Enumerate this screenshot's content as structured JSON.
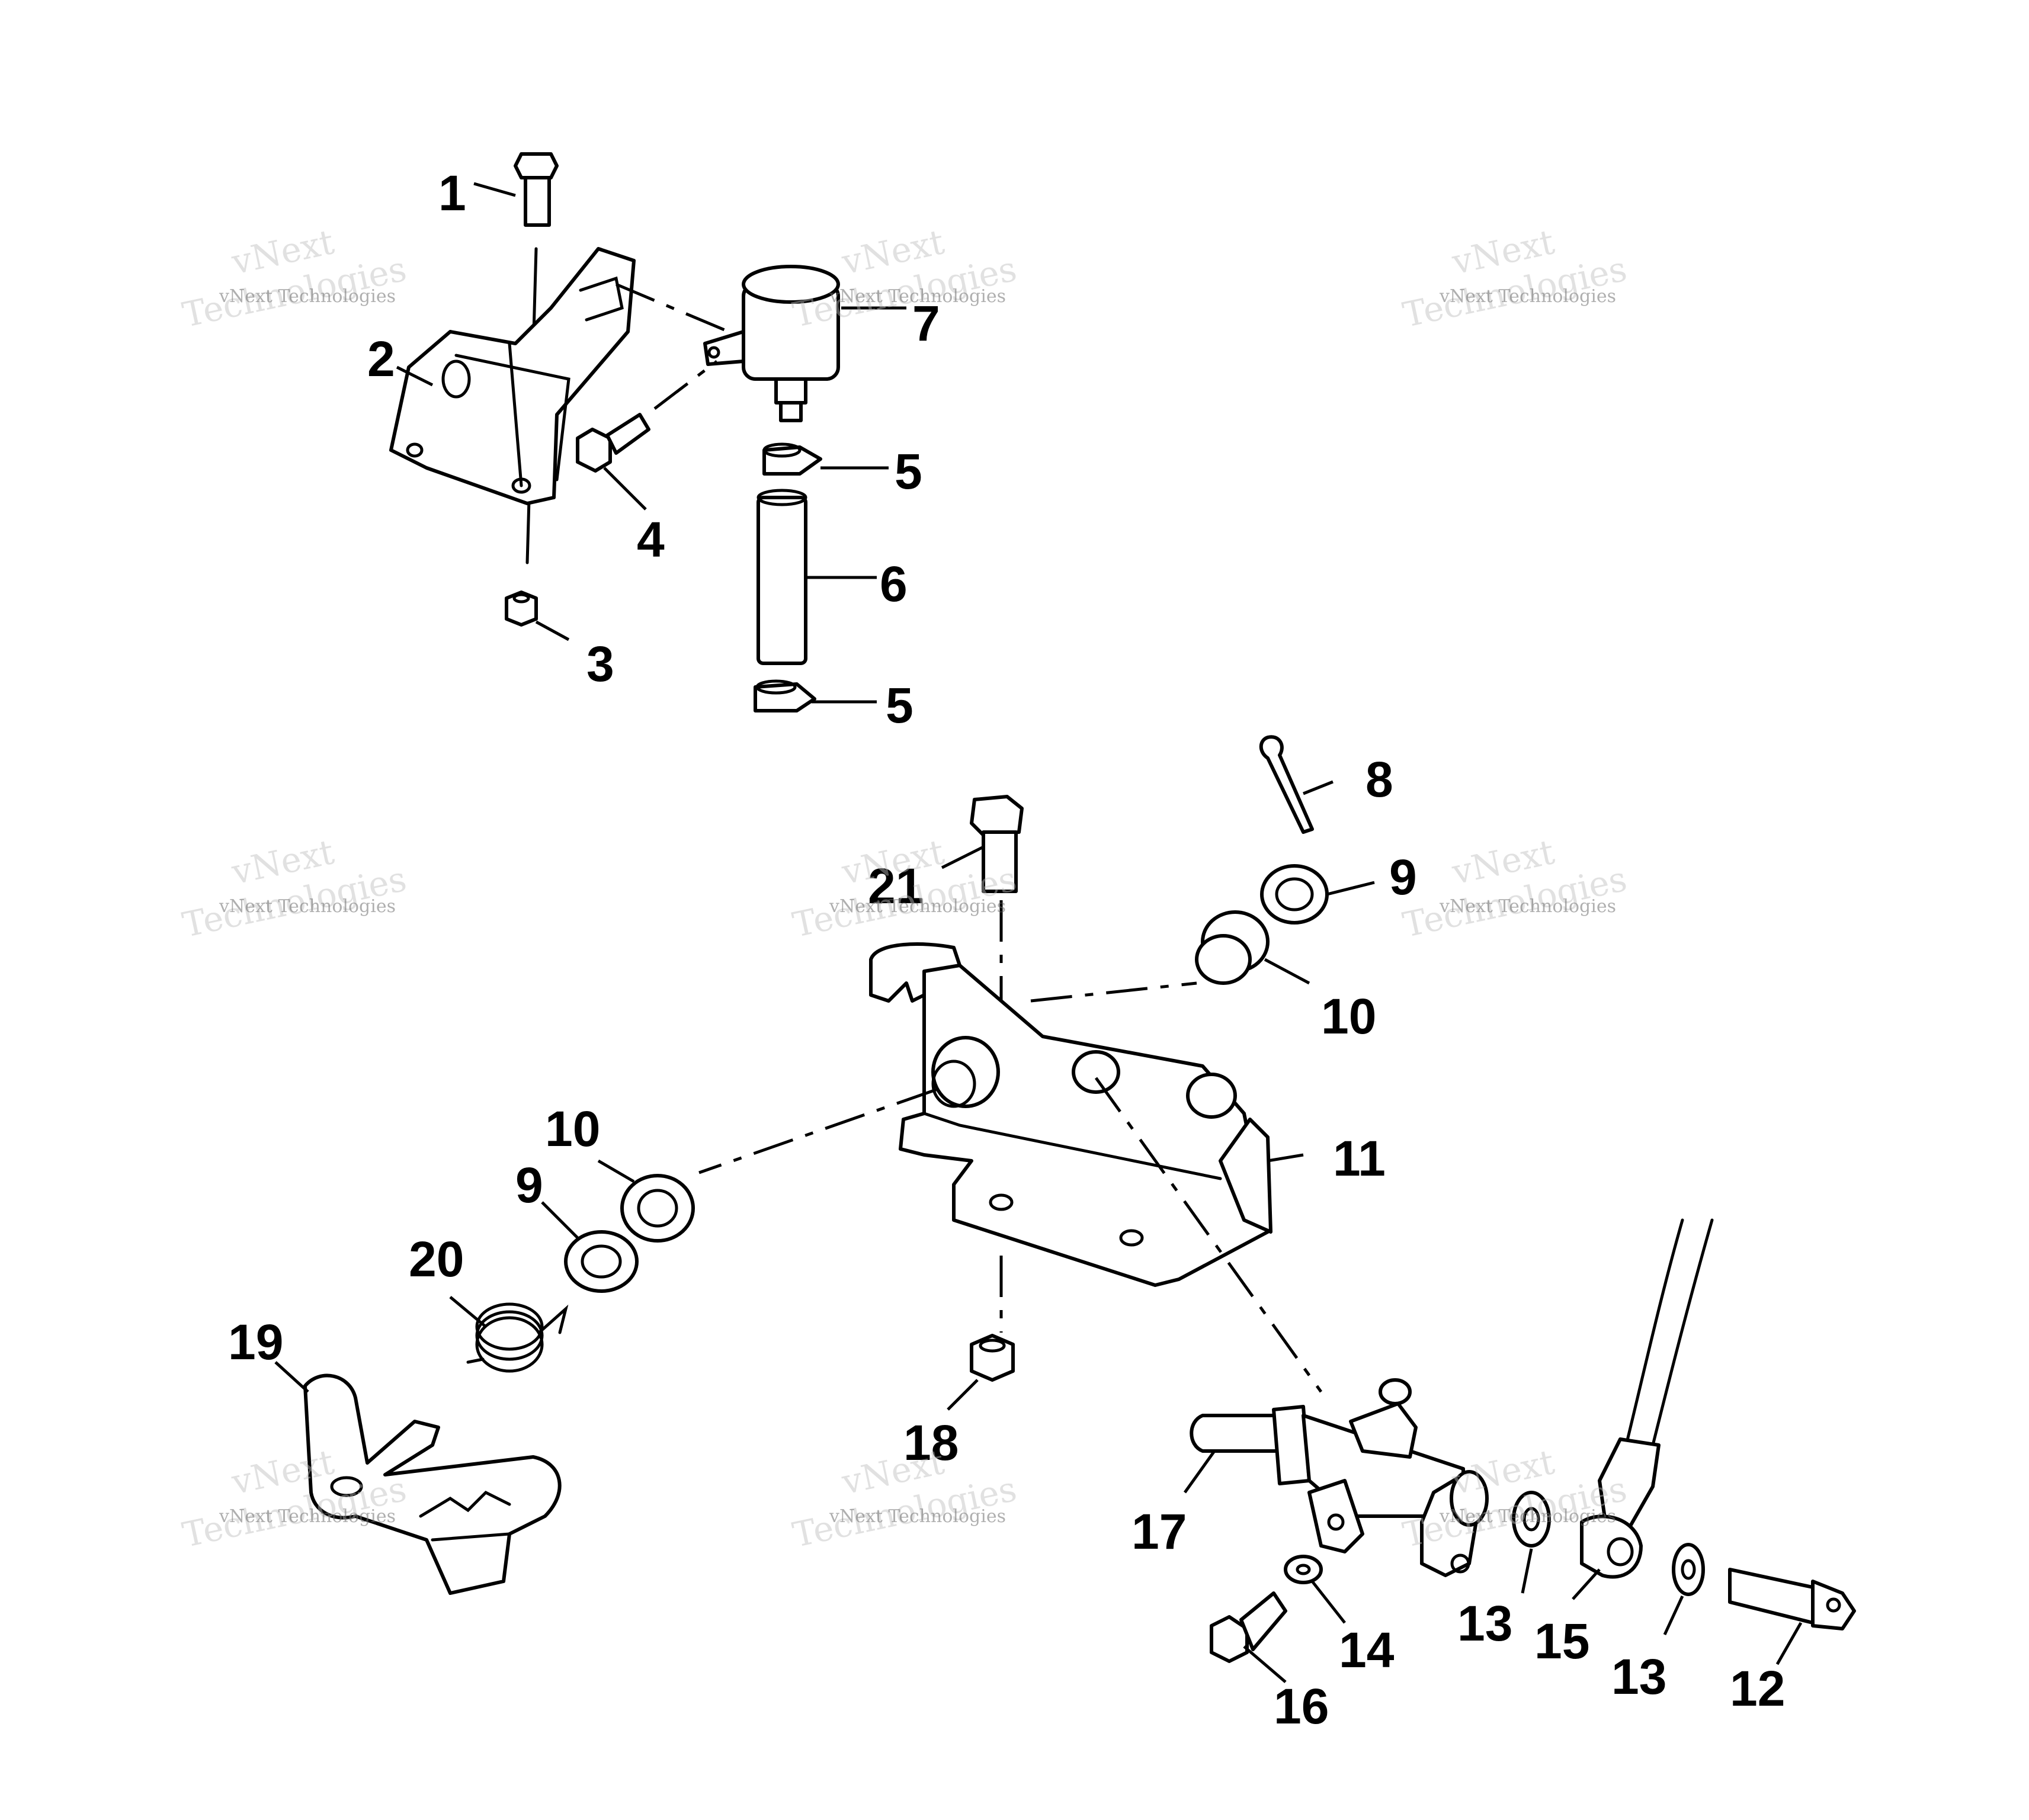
{
  "callouts": {
    "c1": "1",
    "c2": "2",
    "c3": "3",
    "c4": "4",
    "c5a": "5",
    "c5b": "5",
    "c6": "6",
    "c7": "7",
    "c8": "8",
    "c9a": "9",
    "c9b": "9",
    "c10a": "10",
    "c10b": "10",
    "c11": "11",
    "c12": "12",
    "c13a": "13",
    "c13b": "13",
    "c14": "14",
    "c15": "15",
    "c16": "16",
    "c17": "17",
    "c18": "18",
    "c19": "19",
    "c20": "20",
    "c21": "21"
  },
  "watermark": {
    "line1": "vNext Technologies",
    "line2": "vNext",
    "line3": "Technologies"
  }
}
